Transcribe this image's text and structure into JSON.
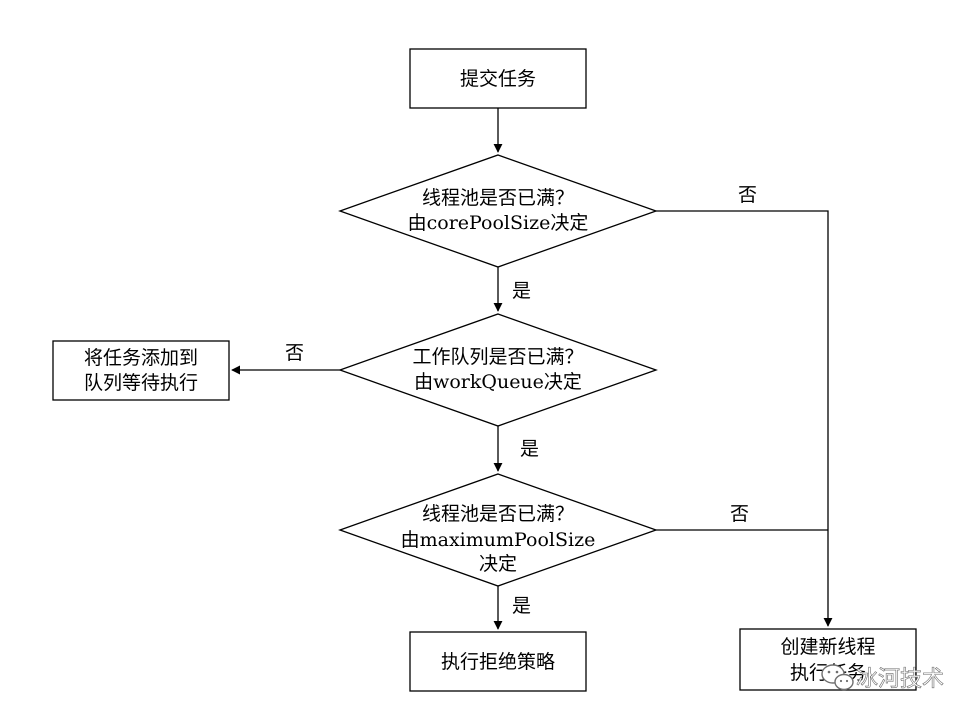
{
  "nodes": {
    "submit_task": "提交任务",
    "decision_core_line1": "线程池是否已满？",
    "decision_core_line2": "由corePoolSize决定",
    "decision_queue_line1": "工作队列是否已满？",
    "decision_queue_line2": "由workQueue决定",
    "decision_max_line1": "线程池是否已满？",
    "decision_max_line2": "由maximumPoolSize",
    "decision_max_line3": "决定",
    "add_to_queue_line1": "将任务添加到",
    "add_to_queue_line2": "队列等待执行",
    "reject_policy": "执行拒绝策略",
    "create_thread_line1": "创建新线程",
    "create_thread_line2": "执行任务"
  },
  "edges": {
    "core_yes": "是",
    "core_no": "否",
    "queue_yes": "是",
    "queue_no": "否",
    "max_yes": "是",
    "max_no": "否"
  },
  "watermark": {
    "text": "冰河技术",
    "icon": "wechat-icon"
  }
}
